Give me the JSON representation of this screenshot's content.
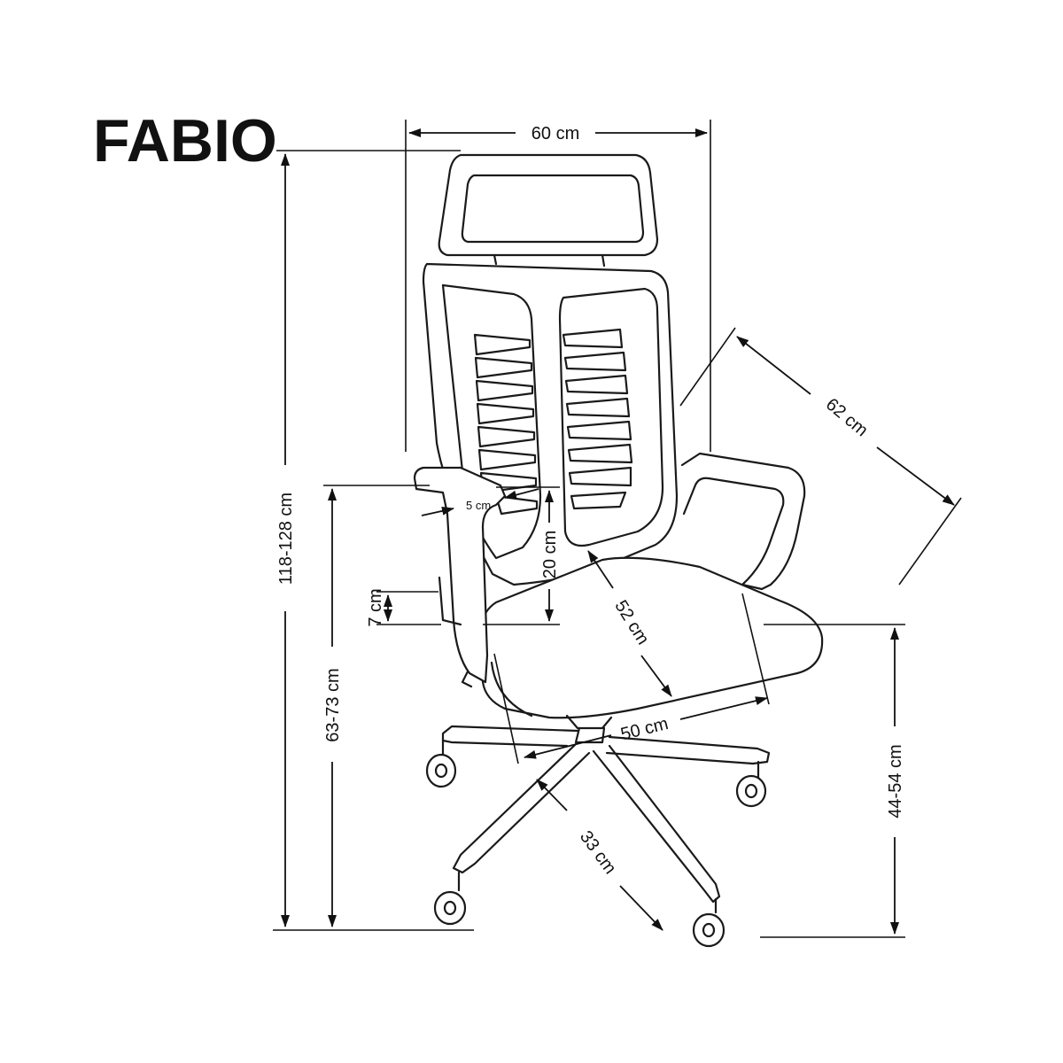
{
  "title": "FABIO",
  "dimensions": {
    "width": "60 cm",
    "depth": "62 cm",
    "total_height": "118-128 cm",
    "armrest_height": "63-73 cm",
    "seat_height": "44-54 cm",
    "armrest_width": "5 cm",
    "armrest_to_seat": "20 cm",
    "lumbar": "7 cm",
    "seat_depth": "52 cm",
    "seat_width": "50 cm",
    "base_leg": "33 cm"
  },
  "colors": {
    "line": "#1a1a1a",
    "background": "#ffffff"
  }
}
